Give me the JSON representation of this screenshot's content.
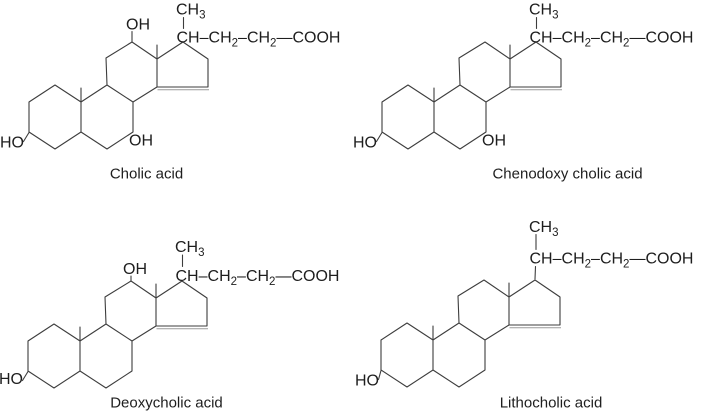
{
  "labels": {
    "hydroxyl": "OH",
    "hydroxyl_reversed": "HO",
    "methyl": [
      {
        "t": "CH"
      },
      {
        "sub": "3"
      }
    ],
    "side_chain": [
      {
        "t": "CH"
      },
      {
        "t": "–"
      },
      {
        "t": "CH"
      },
      {
        "sub": "2"
      },
      {
        "t": "–"
      },
      {
        "t": "CH"
      },
      {
        "sub": "2"
      },
      {
        "t": "—"
      },
      {
        "t": "COOH"
      }
    ]
  },
  "structures": [
    {
      "name": "Cholic acid",
      "hydroxyl_positions": [
        "C3",
        "C7",
        "C12"
      ]
    },
    {
      "name": "Chenodoxy cholic acid",
      "hydroxyl_positions": [
        "C3",
        "C7"
      ]
    },
    {
      "name": "Deoxycholic acid",
      "hydroxyl_positions": [
        "C3",
        "C12"
      ]
    },
    {
      "name": "Lithocholic acid",
      "hydroxyl_positions": [
        "C3"
      ]
    }
  ],
  "colors": {
    "background": "#ffffff",
    "line": "#3d3d3d",
    "line_faint": "#9a9a9a",
    "text": "#1e1e1e"
  }
}
